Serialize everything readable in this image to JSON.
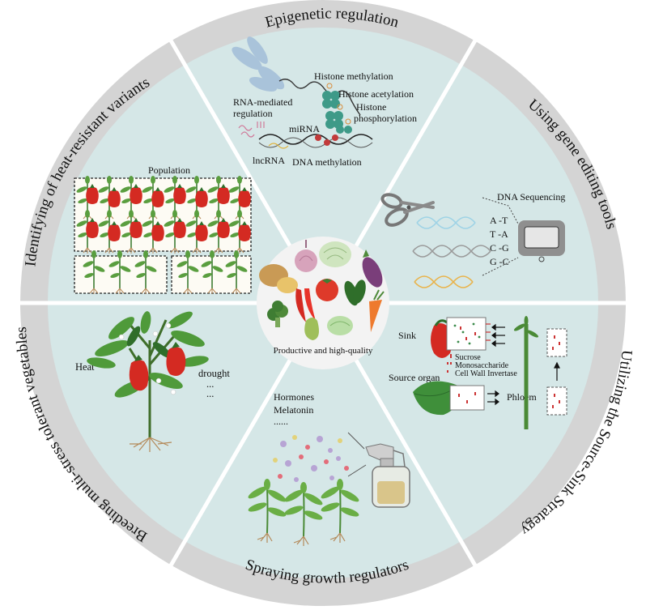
{
  "center": {
    "label": "Productive and high-quality"
  },
  "sectors": {
    "epigenetic": {
      "title": "Epigenetic regulation",
      "labels": {
        "histone_methylation": "Histone methylation",
        "histone_acetylation": "Histone acetylation",
        "histone_phos_1": "Histone",
        "histone_phos_2": "phosphorylation",
        "rna_mediated_1": "RNA-mediated",
        "rna_mediated_2": "regulation",
        "mirna": "miRNA",
        "lncrna": "lncRNA",
        "dna_methylation": "DNA methylation"
      }
    },
    "gene_editing": {
      "title": "Using gene editing tools",
      "labels": {
        "dna_sequencing": "DNA  Sequencing",
        "pair_1": "A -T",
        "pair_2": "T -A",
        "pair_3": "C -G",
        "pair_4": "G -C"
      }
    },
    "source_sink": {
      "title": "Utilizing the Source-Sink Strategy",
      "labels": {
        "sink": "Sink",
        "sucrose": "Sucrose",
        "monosaccharide": "Monosaccharide",
        "invertase": "Cell Wall Invertase",
        "source_organ": "Source organ",
        "phloem": "Phloem"
      }
    },
    "spraying": {
      "title": "Spraying growth regulators",
      "labels": {
        "hormones": "Hormones",
        "melatonin": "Melatonin",
        "ellipsis": "......"
      }
    },
    "breeding": {
      "title": "Breeding multi-stress tolerant vegetables",
      "labels": {
        "heat": "Heat",
        "drought": "drought",
        "dots1": "...",
        "dots2": "..."
      }
    },
    "identifying": {
      "title": "Identifying of heat-resistant variants",
      "labels": {
        "population": "Population"
      }
    }
  },
  "colors": {
    "ring": "#d4d4d4",
    "sector": "#d5e7e7",
    "divider": "#ffffff",
    "center": "#f3f3f3",
    "pepper_red": "#d42a22",
    "leaf_green": "#4f9a3a",
    "dark_green": "#2f6e2a"
  }
}
